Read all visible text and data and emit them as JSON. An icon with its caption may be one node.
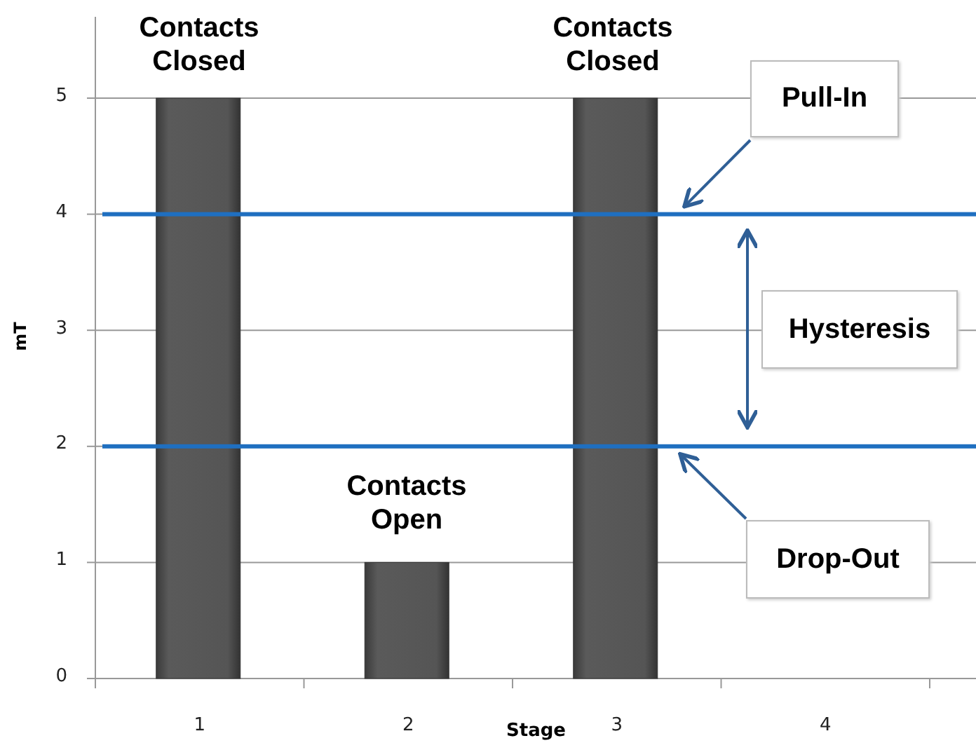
{
  "diagram": {
    "nodes": [
      {
        "text": [
          "Pull-In"
        ]
      },
      {
        "text": [],
        "shape": "line"
      },
      {
        "text": [
          "Hysteresis"
        ]
      },
      {
        "text": [
          "Drop-Out"
        ]
      },
      {
        "text": [],
        "shape": "line"
      }
    ],
    "edges": [
      {
        "from": 0,
        "to": 1,
        "arrow": "to"
      },
      {
        "from": 3,
        "to": 4,
        "arrow": "to"
      },
      {
        "from": 1,
        "to": 4,
        "arrow": "both"
      }
    ],
    "labels": [
      "Contacts Closed",
      "Contacts Closed",
      "Contacts Open"
    ],
    "chart_data": {
      "type": "bar",
      "xlabel": "Stage",
      "ylabel": "mT",
      "categories": [
        "1",
        "2",
        "3",
        "4"
      ],
      "values": [
        5,
        1,
        5,
        null
      ],
      "ylim": [
        0,
        5.7
      ],
      "yticks": [
        0,
        1,
        2,
        3,
        4,
        5
      ],
      "grid": true
    }
  }
}
